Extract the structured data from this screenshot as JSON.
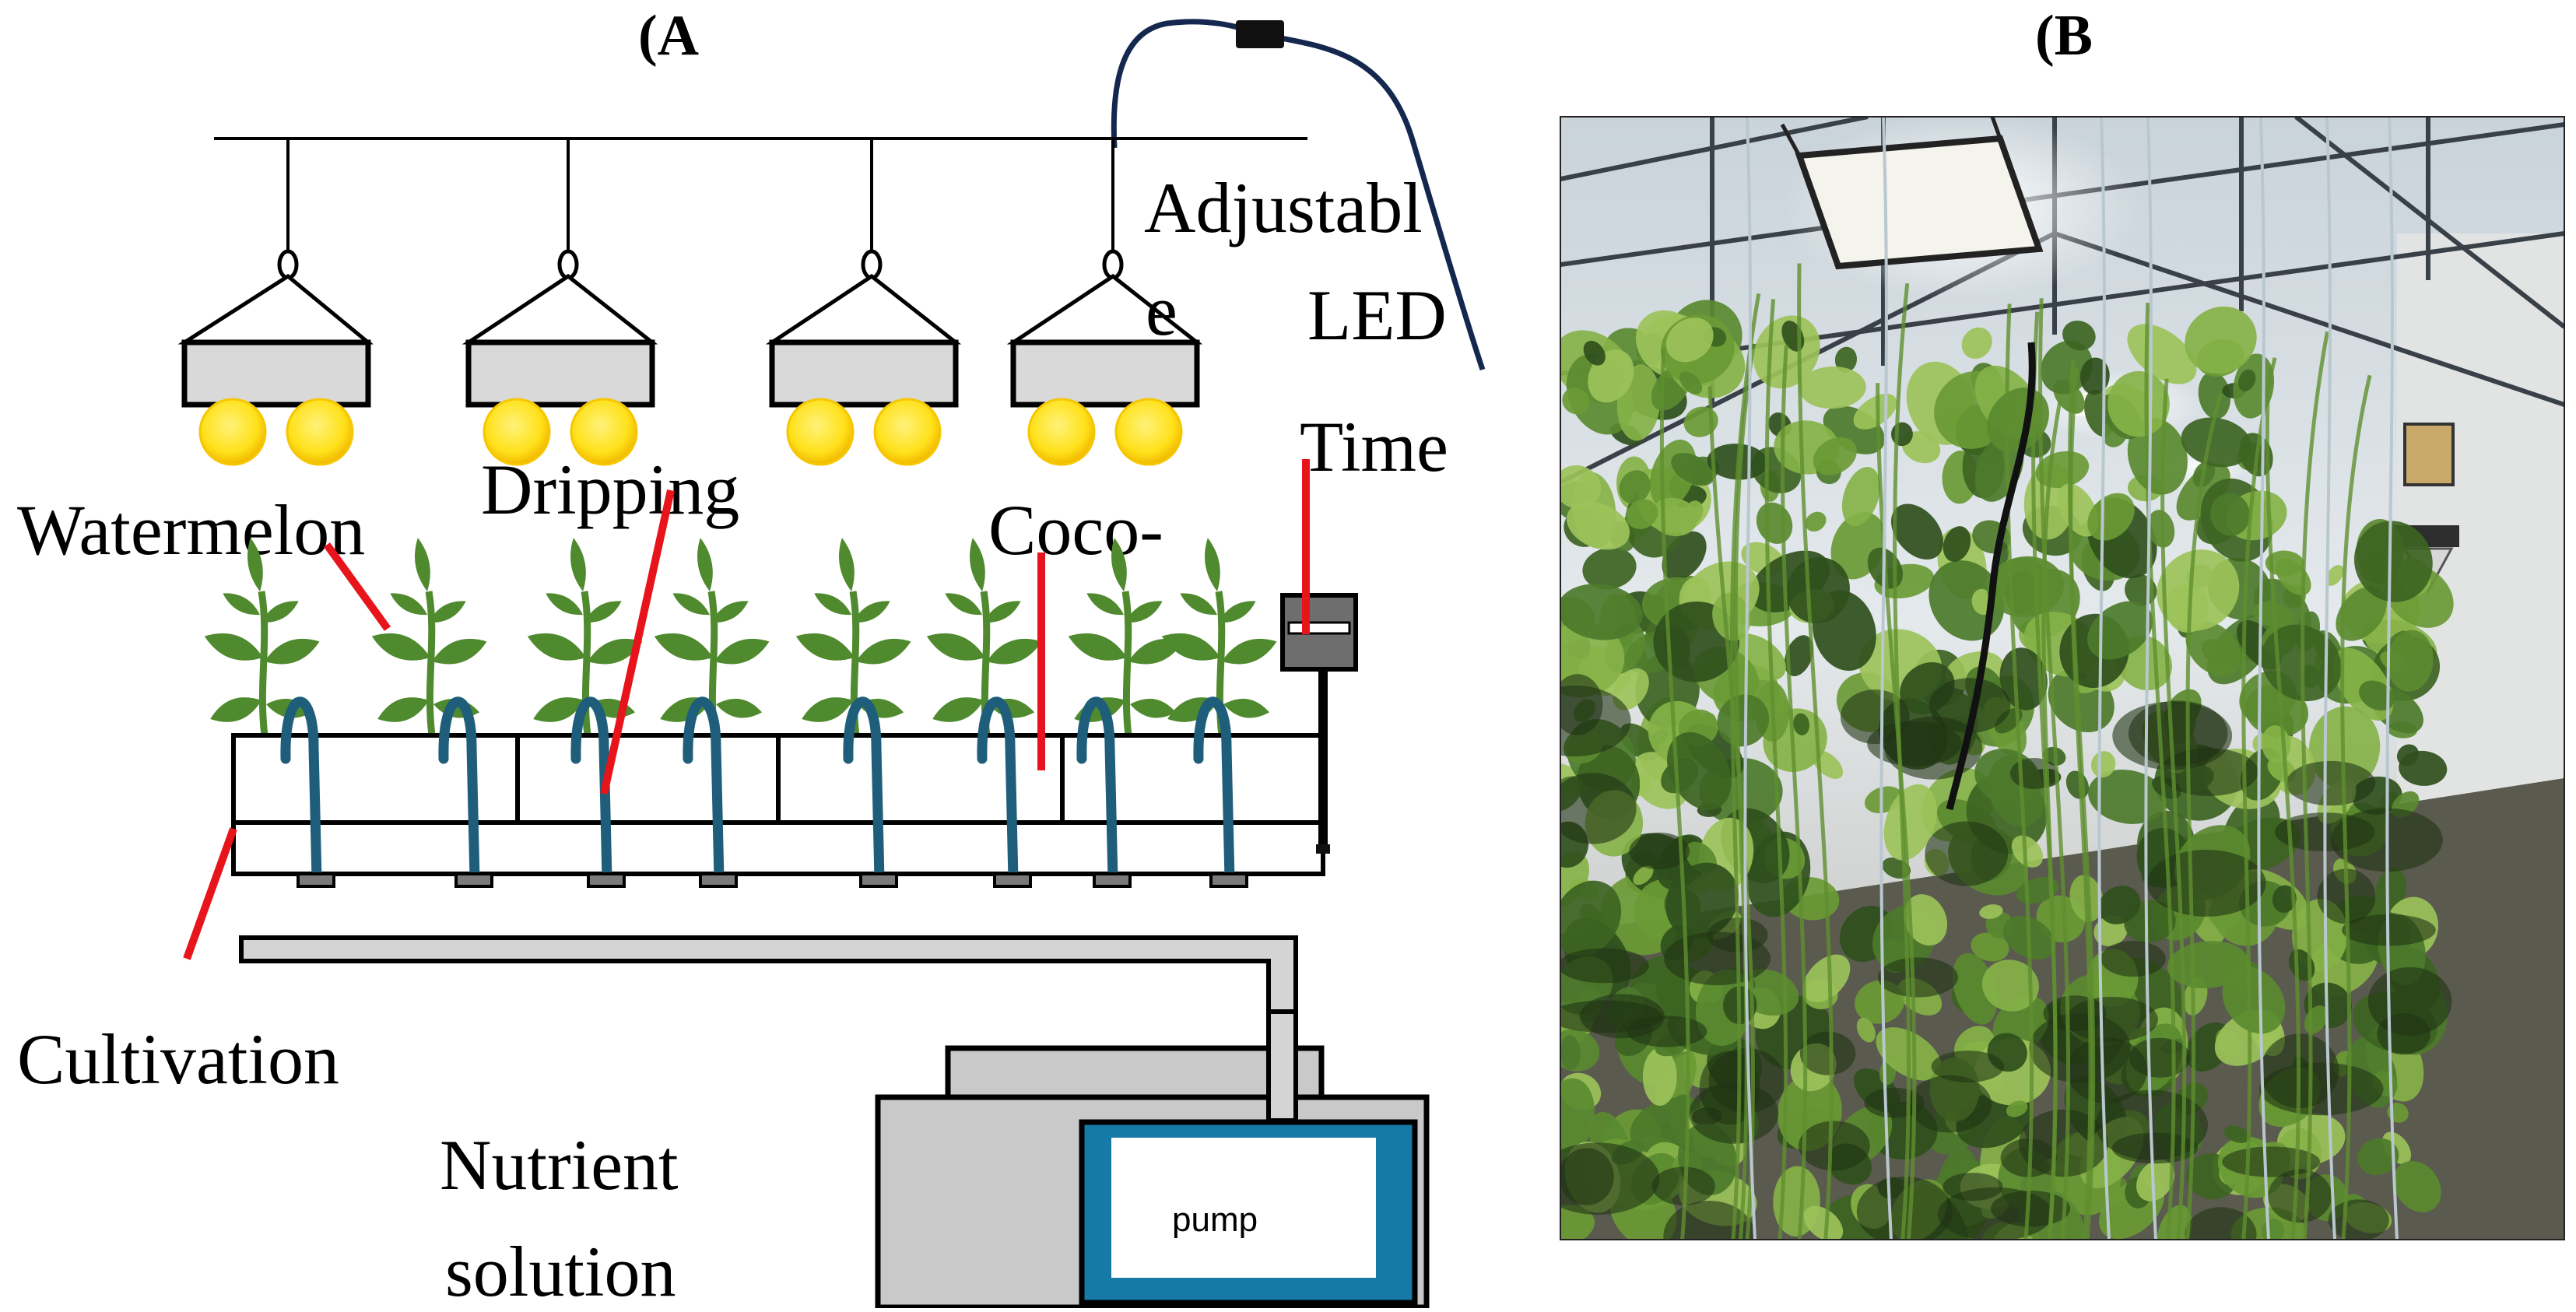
{
  "panel_a": {
    "label": "(A",
    "labels": {
      "adjustable_1": "Adjustabl",
      "adjustable_2": "e",
      "led": "LED",
      "time": "Time",
      "dripping": "Dripping",
      "watermelon": "Watermelon",
      "coco": "Coco-",
      "cultivation": "Cultivation",
      "nutrient_1": "Nutrient",
      "nutrient_2": "solution",
      "pump": "pump"
    }
  },
  "panel_b": {
    "label": "(B"
  },
  "colors": {
    "line": "#000000",
    "lamp_body": "#d9d9d9",
    "bulb": "#ffe11a",
    "bulb_glow": "#f6c700",
    "leaf": "#4f8a2e",
    "drip_tube": "#1f5e7a",
    "cable": "#14284f",
    "leader": "#e8141b",
    "pump_frame": "#1679a6",
    "tank": "#c9c9c9",
    "photo_leaf": "#6a9a35",
    "photo_sky": "#dfe6ea"
  }
}
